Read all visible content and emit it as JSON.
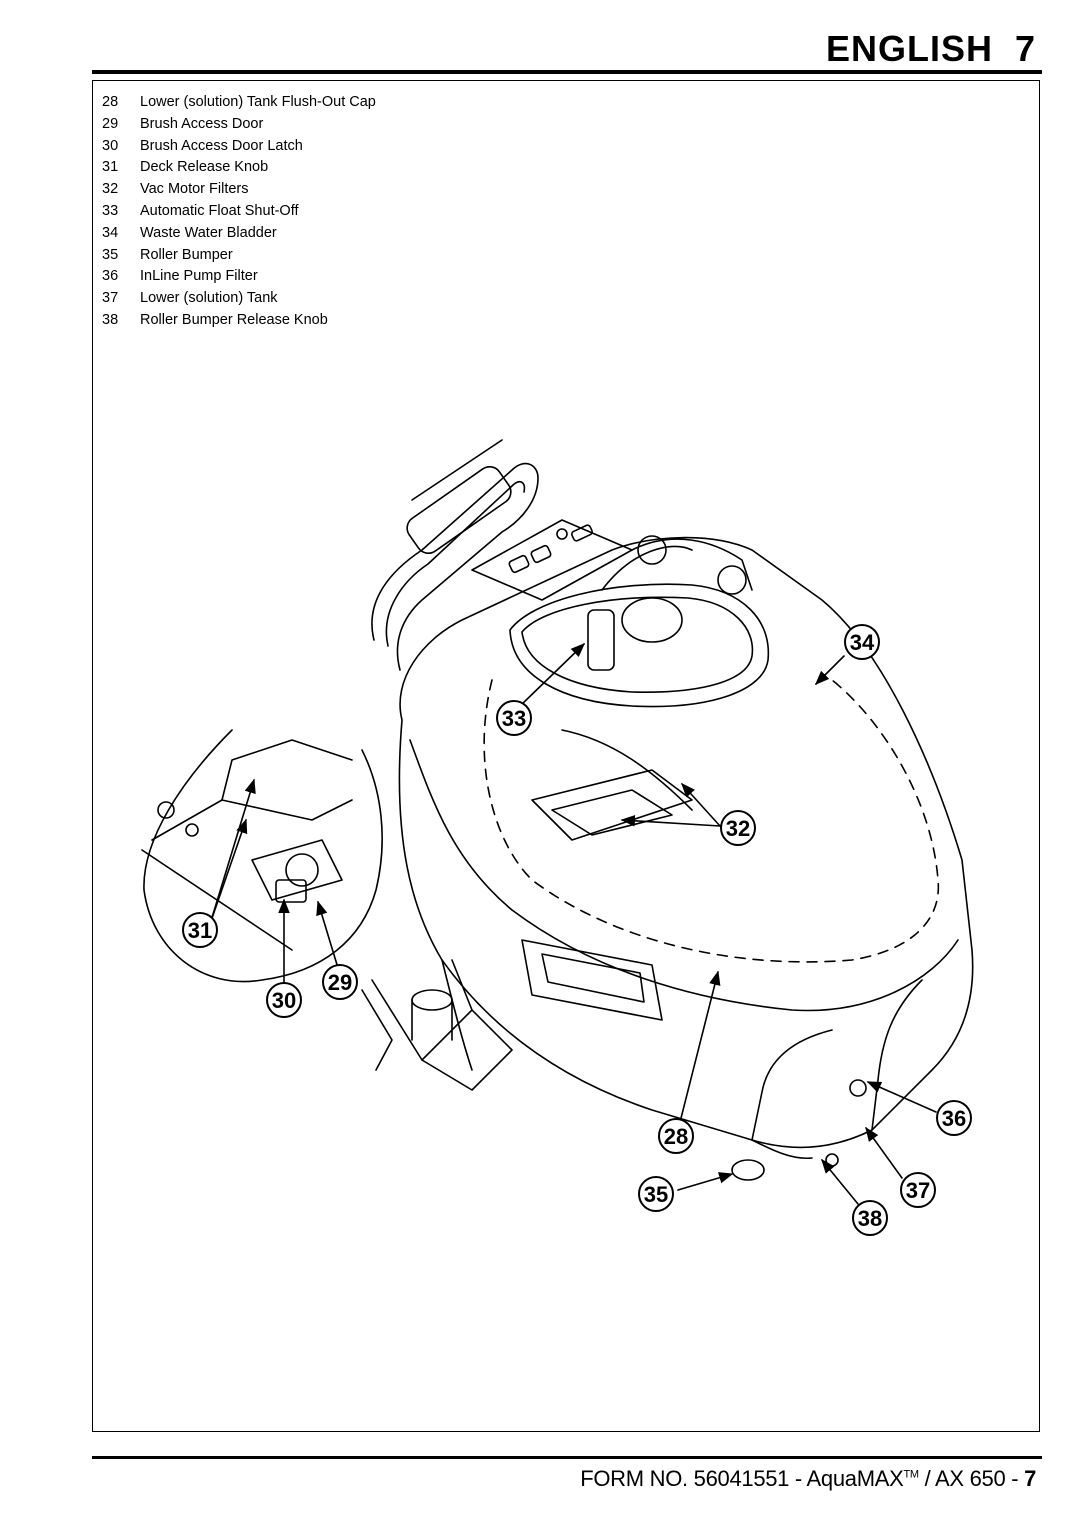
{
  "header": {
    "language": "ENGLISH",
    "page_number": "7"
  },
  "parts_list": [
    {
      "num": "28",
      "label": "Lower (solution) Tank Flush-Out Cap"
    },
    {
      "num": "29",
      "label": "Brush Access Door"
    },
    {
      "num": "30",
      "label": "Brush Access Door Latch"
    },
    {
      "num": "31",
      "label": "Deck Release Knob"
    },
    {
      "num": "32",
      "label": "Vac Motor Filters"
    },
    {
      "num": "33",
      "label": "Automatic Float Shut-Off"
    },
    {
      "num": "34",
      "label": "Waste Water Bladder"
    },
    {
      "num": "35",
      "label": "Roller Bumper"
    },
    {
      "num": "36",
      "label": "InLine Pump Filter"
    },
    {
      "num": "37",
      "label": "Lower (solution) Tank"
    },
    {
      "num": "38",
      "label": "Roller Bumper Release Knob"
    }
  ],
  "callouts": [
    "34",
    "33",
    "32",
    "31",
    "29",
    "30",
    "28",
    "36",
    "35",
    "37",
    "38"
  ],
  "footer": {
    "form_prefix": "FORM NO. 56041551 - AquaMAX",
    "trademark": "TM",
    "model": " / AX 650 - ",
    "page": "7"
  }
}
